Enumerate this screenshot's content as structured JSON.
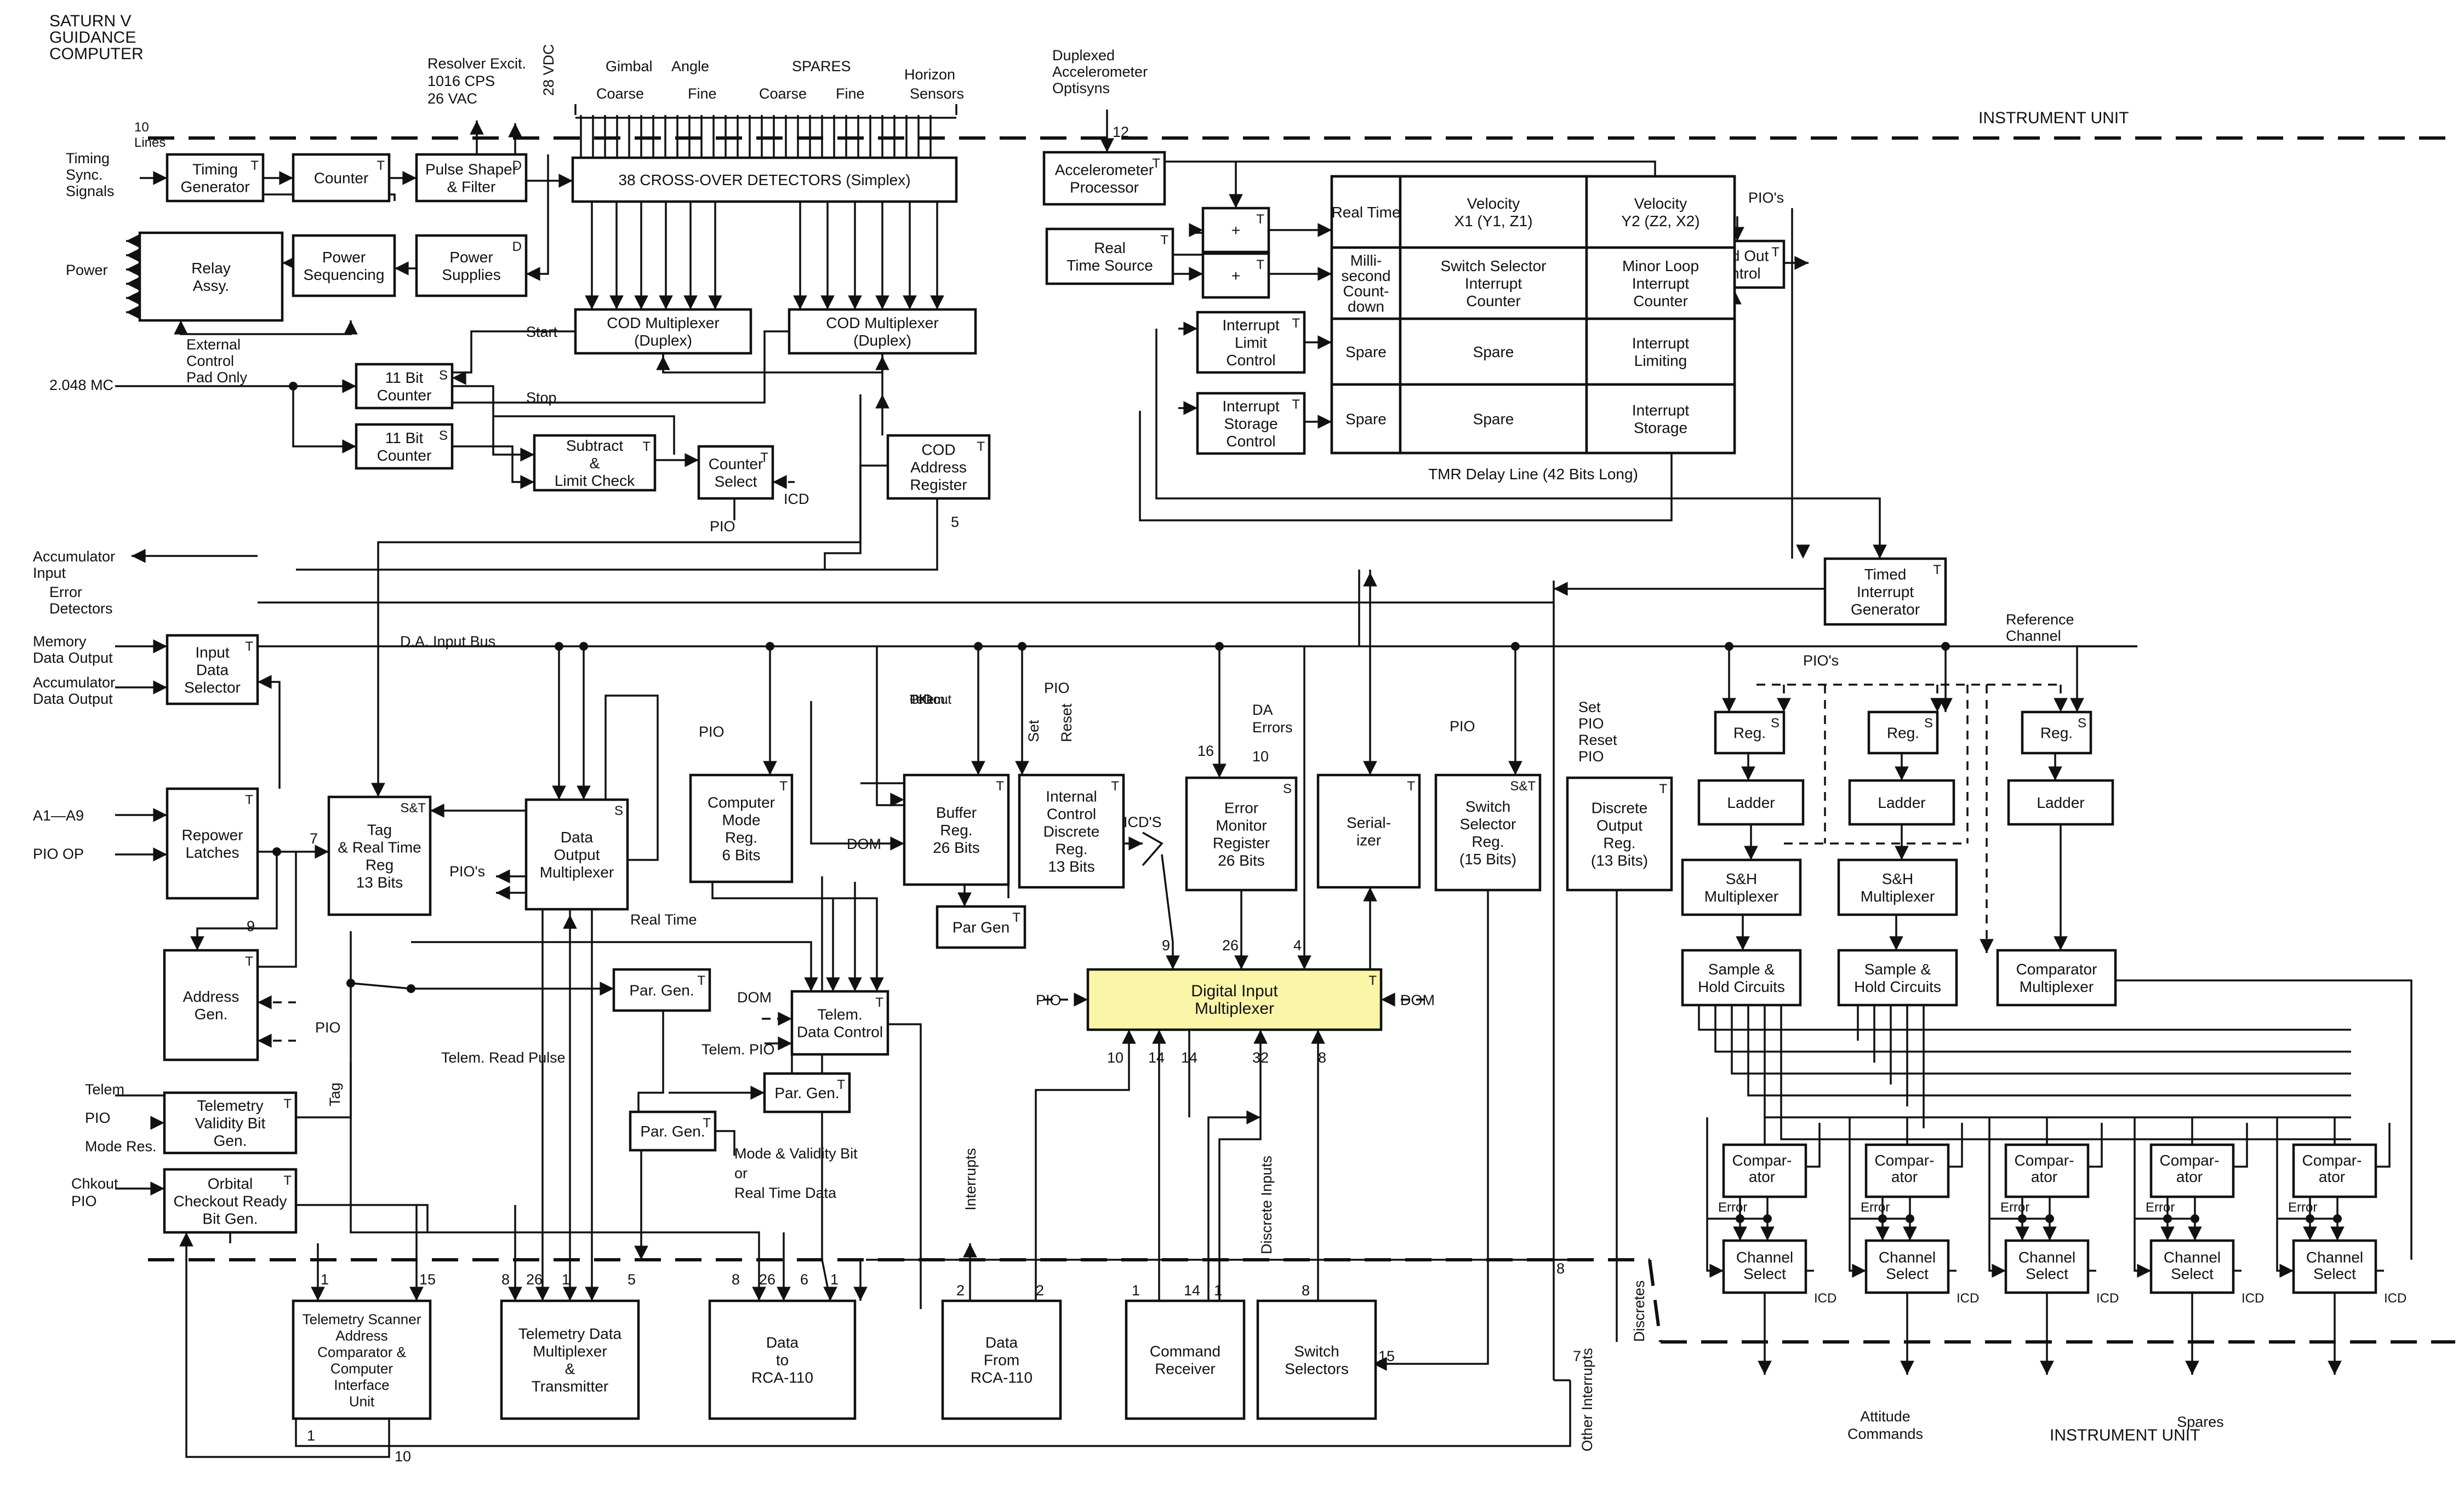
{
  "page": {
    "title": [
      "SATURN V",
      "GUIDANCE",
      "COMPUTER"
    ]
  },
  "regions": {
    "instrument_unit_top": "INSTRUMENT UNIT",
    "instrument_unit_bottom": "INSTRUMENT UNIT"
  },
  "blocks": [
    {
      "id": "timing_generator",
      "lines": [
        "Timing",
        "Generator"
      ],
      "corner": "T"
    },
    {
      "id": "counter",
      "lines": [
        "Counter"
      ],
      "corner": "T"
    },
    {
      "id": "pulse_shaper",
      "lines": [
        "Pulse Shaper",
        "& Filter"
      ],
      "corner": "D"
    },
    {
      "id": "cross_over_detectors",
      "lines": [
        "38 CROSS-OVER DETECTORS (Simplex)"
      ],
      "corner": ""
    },
    {
      "id": "accelerometer_processor",
      "lines": [
        "Accelerometer",
        "Processor"
      ],
      "corner": "T"
    },
    {
      "id": "relay_assy",
      "lines": [
        "Relay",
        "Assy."
      ],
      "corner": ""
    },
    {
      "id": "power_sequencing",
      "lines": [
        "Power",
        "Sequencing"
      ],
      "corner": ""
    },
    {
      "id": "power_supplies",
      "lines": [
        "Power",
        "Supplies"
      ],
      "corner": "D"
    },
    {
      "id": "real_time_source",
      "lines": [
        "Real",
        "Time  Source"
      ],
      "corner": "T"
    },
    {
      "id": "adder_1",
      "lines": [
        "+"
      ],
      "corner": "T"
    },
    {
      "id": "adder_2",
      "lines": [
        "+"
      ],
      "corner": "T"
    },
    {
      "id": "read_out_control",
      "lines": [
        "Read Out",
        "Control"
      ],
      "corner": "T"
    },
    {
      "id": "cod_mux_1",
      "lines": [
        "COD Multiplexer",
        "(Duplex)"
      ],
      "corner": ""
    },
    {
      "id": "cod_mux_2",
      "lines": [
        "COD Multiplexer",
        "(Duplex)"
      ],
      "corner": ""
    },
    {
      "id": "interrupt_limit_control",
      "lines": [
        "Interrupt",
        "Limit",
        "Control"
      ],
      "corner": "T"
    },
    {
      "id": "counter_11bit_1",
      "lines": [
        "11 Bit",
        "Counter"
      ],
      "corner": "S"
    },
    {
      "id": "counter_11bit_2",
      "lines": [
        "11 Bit",
        "Counter"
      ],
      "corner": "S"
    },
    {
      "id": "interrupt_storage_control",
      "lines": [
        "Interrupt",
        "Storage",
        "Control"
      ],
      "corner": "T"
    },
    {
      "id": "subtract_limit_check",
      "lines": [
        "Subtract",
        "&",
        "Limit Check"
      ],
      "corner": "T"
    },
    {
      "id": "counter_select",
      "lines": [
        "Counter",
        "Select"
      ],
      "corner": "T"
    },
    {
      "id": "cod_address_register",
      "lines": [
        "COD",
        "Address",
        "Register"
      ],
      "corner": "T"
    },
    {
      "id": "timed_interrupt_generator",
      "lines": [
        "Timed",
        "Interrupt",
        "Generator"
      ],
      "corner": "T"
    },
    {
      "id": "input_data_selector",
      "lines": [
        "Input",
        "Data",
        "Selector"
      ],
      "corner": "T"
    },
    {
      "id": "repower_latches",
      "lines": [
        "Repower",
        "Latches"
      ],
      "corner": "T"
    },
    {
      "id": "tag_real_time_reg",
      "lines": [
        "Tag",
        "& Real Time",
        "Reg",
        "13 Bits"
      ],
      "corner": "S&T"
    },
    {
      "id": "data_output_mux",
      "lines": [
        "Data",
        "Output",
        "Multiplexer"
      ],
      "corner": "S"
    },
    {
      "id": "computer_mode_reg",
      "lines": [
        "Computer",
        "Mode",
        "Reg.",
        "6 Bits"
      ],
      "corner": "T"
    },
    {
      "id": "buffer_reg",
      "lines": [
        "Buffer",
        "Reg.",
        "26 Bits"
      ],
      "corner": "T"
    },
    {
      "id": "internal_control_discrete_reg",
      "lines": [
        "Internal",
        "Control",
        "Discrete",
        "Reg.",
        "13 Bits"
      ],
      "corner": "T"
    },
    {
      "id": "error_monitor_register",
      "lines": [
        "Error",
        "Monitor",
        "Register",
        "26 Bits"
      ],
      "corner": "S"
    },
    {
      "id": "serializer",
      "lines": [
        "Serial-",
        "izer"
      ],
      "corner": "T"
    },
    {
      "id": "switch_selector_reg",
      "lines": [
        "Switch",
        "Selector",
        "Reg.",
        "(15 Bits)"
      ],
      "corner": "S&T"
    },
    {
      "id": "discrete_output_reg",
      "lines": [
        "Discrete",
        "Output",
        "Reg.",
        "(13 Bits)"
      ],
      "corner": "T"
    },
    {
      "id": "par_gen_buffer",
      "lines": [
        "Par Gen"
      ],
      "corner": "T"
    },
    {
      "id": "address_gen",
      "lines": [
        "Address",
        "Gen."
      ],
      "corner": "T"
    },
    {
      "id": "par_gen_1",
      "lines": [
        "Par. Gen."
      ],
      "corner": "T"
    },
    {
      "id": "telem_data_control",
      "lines": [
        "Telem.",
        "Data Control"
      ],
      "corner": "T"
    },
    {
      "id": "digital_input_multiplexer",
      "lines": [
        "Digital Input",
        "Multiplexer"
      ],
      "corner": "T"
    },
    {
      "id": "par_gen_2",
      "lines": [
        "Par. Gen."
      ],
      "corner": "T"
    },
    {
      "id": "par_gen_3",
      "lines": [
        "Par. Gen."
      ],
      "corner": "T"
    },
    {
      "id": "telemetry_validity_bit_gen",
      "lines": [
        "Telemetry",
        "Validity Bit",
        "Gen."
      ],
      "corner": "T"
    },
    {
      "id": "orbital_checkout_ready_bit_gen",
      "lines": [
        "Orbital",
        "Checkout  Ready",
        "Bit Gen."
      ],
      "corner": "T"
    },
    {
      "id": "telemetry_scanner",
      "lines": [
        "Telemetry Scanner",
        "Address",
        "Comparator &",
        "Computer",
        "Interface",
        "Unit"
      ],
      "corner": ""
    },
    {
      "id": "telemetry_data_mux_transmitter",
      "lines": [
        "Telemetry Data",
        "Multiplexer",
        "&",
        "Transmitter"
      ],
      "corner": ""
    },
    {
      "id": "data_to_rca110",
      "lines": [
        "Data",
        "to",
        "RCA-110"
      ],
      "corner": ""
    },
    {
      "id": "data_from_rca110",
      "lines": [
        "Data",
        "From",
        "RCA-110"
      ],
      "corner": ""
    },
    {
      "id": "command_receiver",
      "lines": [
        "Command",
        "Receiver"
      ],
      "corner": ""
    },
    {
      "id": "switch_selectors",
      "lines": [
        "Switch",
        "Selectors"
      ],
      "corner": ""
    },
    {
      "id": "reg_1",
      "lines": [
        "Reg."
      ],
      "corner": "S"
    },
    {
      "id": "reg_2",
      "lines": [
        "Reg."
      ],
      "corner": "S"
    },
    {
      "id": "reg_3",
      "lines": [
        "Reg."
      ],
      "corner": "S"
    },
    {
      "id": "ladder_1",
      "lines": [
        "Ladder"
      ],
      "corner": ""
    },
    {
      "id": "ladder_2",
      "lines": [
        "Ladder"
      ],
      "corner": ""
    },
    {
      "id": "ladder_3",
      "lines": [
        "Ladder"
      ],
      "corner": ""
    },
    {
      "id": "sh_mux_1",
      "lines": [
        "S&H",
        "Multiplexer"
      ],
      "corner": ""
    },
    {
      "id": "sh_mux_2",
      "lines": [
        "S&H",
        "Multiplexer"
      ],
      "corner": ""
    },
    {
      "id": "sample_hold_1",
      "lines": [
        "Sample &",
        "Hold Circuits"
      ],
      "corner": ""
    },
    {
      "id": "sample_hold_2",
      "lines": [
        "Sample &",
        "Hold Circuits"
      ],
      "corner": ""
    },
    {
      "id": "comparator_multiplexer",
      "lines": [
        "Comparator",
        "Multiplexer"
      ],
      "corner": ""
    }
  ],
  "tmr_delay_line": {
    "cells": [
      "Real Time",
      "Velocity|X1 (Y1, Z1)",
      "Velocity|Y2 (Z2, X2)",
      "Milli-|second|Count-|down",
      "Switch Selector|Interrupt|Counter",
      "Minor Loop|Interrupt|Counter",
      "Spare",
      "Spare",
      "Interrupt|Limiting",
      "Spare",
      "Spare",
      "Interrupt|Storage"
    ],
    "caption": "TMR Delay Line (42 Bits Long)"
  },
  "comparator_channels": {
    "comparator_lines": [
      "Compar-",
      "ator"
    ],
    "channel_select_lines": [
      "Channel",
      "Select"
    ],
    "error_label": "Error",
    "icd_label": "ICD",
    "count": 5
  },
  "labels": {
    "resolver_excit": [
      "Resolver Excit.",
      "1016  CPS",
      "26 VAC"
    ],
    "vdc_28": "28 VDC",
    "gimbal": "Gimbal",
    "angle": "Angle",
    "spares_top": "SPARES",
    "horizon": "Horizon",
    "sensors": "Sensors",
    "coarse_1": "Coarse",
    "fine_1": "Fine",
    "coarse_2": "Coarse",
    "fine_2": "Fine",
    "duplexed_accelerometer": [
      "Duplexed",
      "Accelerometer",
      "Optisyns"
    ],
    "n12": "12",
    "lines_10": [
      "10",
      "Lines"
    ],
    "timing_sync": [
      "Timing",
      "Sync.",
      "Signals"
    ],
    "power": "Power",
    "external_control": [
      "External",
      "Control",
      "Pad Only"
    ],
    "mc_2048": "2.048 MC",
    "start": "Start",
    "stop": "Stop",
    "pio_icd": "PIO",
    "icd": "ICD",
    "n5": "5",
    "pios_readout": "PIO's",
    "accumulator_input": [
      "Accumulator",
      "Input"
    ],
    "error_detectors": [
      "Error",
      "Detectors"
    ],
    "memory_data_output": [
      "Memory",
      "Data Output"
    ],
    "accumulator_data_output": [
      "Accumulator",
      "Data Output"
    ],
    "da_input_bus": "D.A. Input Bus",
    "reference_channel": [
      "Reference",
      "Channel"
    ],
    "pios_ref": "PIO's",
    "a1_a9": "A1—A9",
    "pio_op": "PIO  OP",
    "n7": "7",
    "n9": "9",
    "pios_dom": "PIO's",
    "pio_address": "PIO",
    "real_time": "Real Time",
    "pio_mode": "PIO",
    "telem_pio_chkout_pio": [
      "Telem.",
      "PIO",
      "Chkout",
      "PIO"
    ],
    "dom_buffer": "DOM",
    "pio_internal": "PIO",
    "set_reset": [
      "Set",
      "Reset"
    ],
    "icds": "ICD'S",
    "da_errors": [
      "DA",
      "Errors"
    ],
    "n16": "16",
    "n10_errors": "10",
    "pio_switch": "PIO",
    "set_reset_pio": [
      "Set",
      "PIO",
      "Reset",
      "PIO"
    ],
    "dom_telem": "DOM",
    "telem_pio": "Telem.  PIO",
    "n9_dim": "9",
    "n26_dim": "26",
    "n4_dim": "4",
    "pio_dim": "PIO",
    "dom_dim": "DOM",
    "dim_bottom_nums": [
      "10",
      "14",
      "14",
      "32",
      "8"
    ],
    "tag": "Tag",
    "telem_read_pulse": "Telem. Read Pulse",
    "telem_left": [
      "Telem",
      "PIO",
      "Mode Res."
    ],
    "mode_validity": [
      "Mode & Validity Bit",
      "or",
      "Real Time Data"
    ],
    "interrupts": "Interrupts",
    "discrete_inputs": "Discrete Inputs",
    "chkout_pio": [
      "Chkout",
      "PIO"
    ],
    "bus_nums_left": [
      "1",
      "15",
      "8",
      "26",
      "1",
      "5",
      "8",
      "26",
      "6",
      "1"
    ],
    "rca_nums": [
      "2",
      "2",
      "1",
      "14",
      "1",
      "8",
      "15"
    ],
    "n8_interrupt": "8",
    "n7_other": "7",
    "other_interrupts": "Other Interrupts",
    "discretes": "Discretes",
    "attitude_commands": [
      "Attitude",
      "Commands"
    ],
    "spares_bottom": "Spares",
    "bottom_1": "1",
    "bottom_10": "10"
  }
}
